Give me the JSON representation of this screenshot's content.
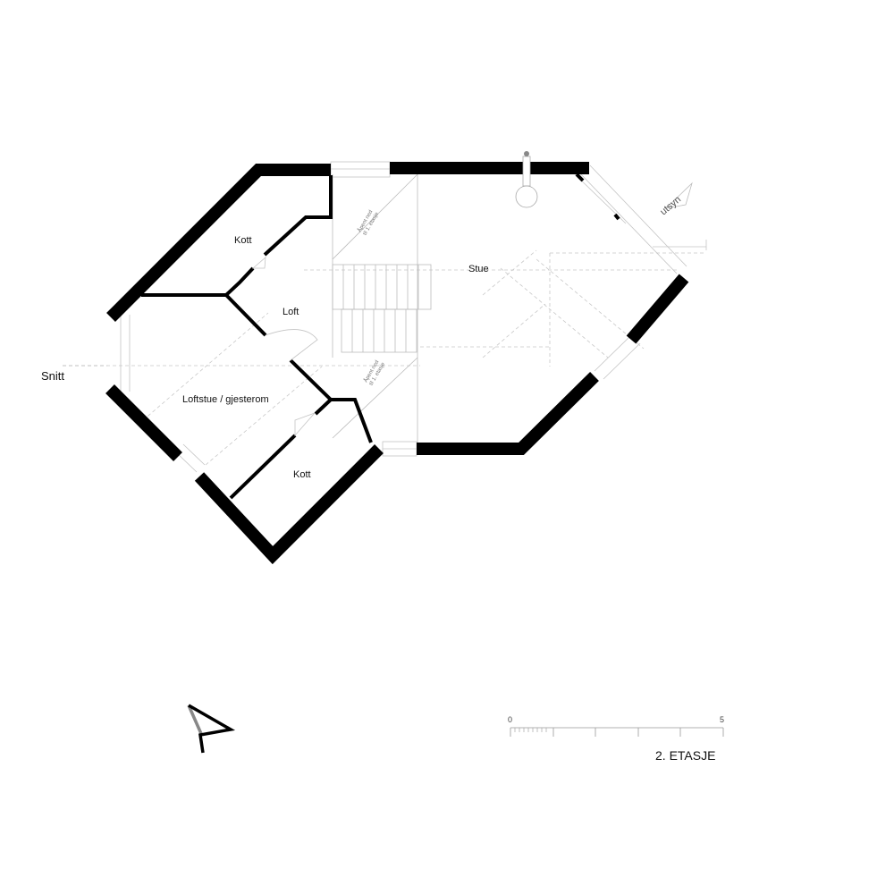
{
  "rooms": {
    "kott_top": "Kott",
    "loft": "Loft",
    "stue": "Stue",
    "loftstue": "Loftstue / gjesterom",
    "kott_bottom": "Kott"
  },
  "stair_note_top": [
    "Åpent ned",
    "til 1. etasje"
  ],
  "stair_note_bottom": [
    "Åpent ned",
    "til 1. etasje"
  ],
  "section_label": "Snitt",
  "view_label": "utsyn",
  "drawing_title": "2. ETASJE",
  "scale": {
    "start": "0",
    "end": "5"
  },
  "north_icon": "north-arrow-icon"
}
